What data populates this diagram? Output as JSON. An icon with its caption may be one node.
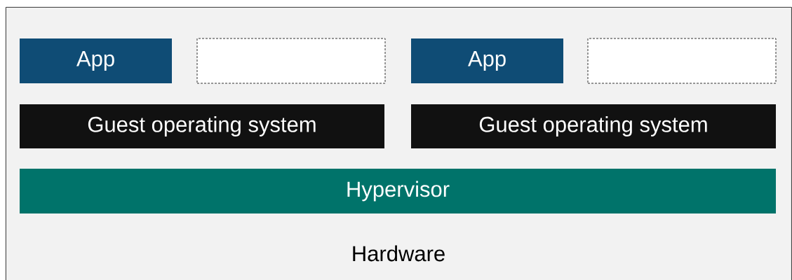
{
  "diagram": {
    "nodes": [
      {
        "text": [
          "Hardware"
        ]
      },
      {
        "text": [
          "App"
        ],
        "in": 0
      },
      {
        "text": [],
        "shape": "box",
        "in": 0
      },
      {
        "text": [
          "App"
        ],
        "in": 0
      },
      {
        "text": [],
        "shape": "box",
        "in": 0
      },
      {
        "text": [
          "Guest operating system"
        ],
        "in": 0
      },
      {
        "text": [
          "Guest operating system"
        ],
        "in": 0
      },
      {
        "text": [
          "Hypervisor"
        ],
        "in": 0
      }
    ]
  }
}
